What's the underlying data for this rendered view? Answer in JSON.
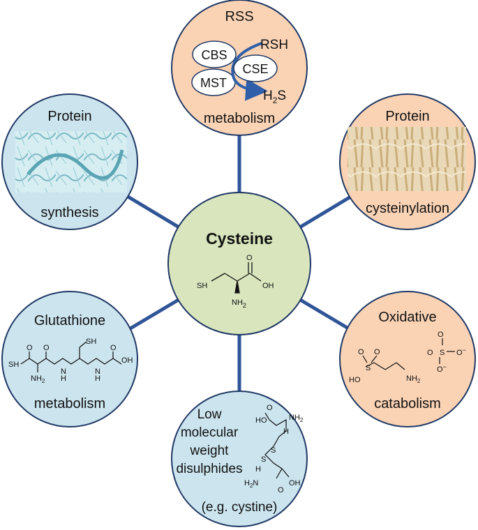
{
  "center": {
    "title": "Cysteine",
    "sh": "SH",
    "oh": "OH",
    "o": "O",
    "nh2": "NH",
    "sub2": "2"
  },
  "rss": {
    "title": "RSS",
    "subtitle": "metabolism",
    "cbs": "CBS",
    "mst": "MST",
    "cse": "CSE",
    "rsh": "RSH",
    "h2s_h": "H",
    "h2s_2": "2",
    "h2s_s": "S"
  },
  "protein_synthesis": {
    "title": "Protein",
    "subtitle": "synthesis"
  },
  "protein_cysteinylation": {
    "title": "Protein",
    "subtitle": "cysteinylation"
  },
  "glutathione": {
    "title": "Glutathione",
    "subtitle": "metabolism",
    "sh_top": "SH",
    "sh_left": "SH",
    "nh2": "NH",
    "sub2": "2",
    "nh_a": "N",
    "nh_a2": "H",
    "nh_b": "N",
    "nh_b2": "H",
    "oh": "OH",
    "o": "O"
  },
  "oxidative": {
    "title": "Oxidative",
    "subtitle": "catabolism",
    "s": "S",
    "o": "O",
    "ho": "HO",
    "nh2": "NH",
    "sub2": "2",
    "minus": "−"
  },
  "disulphides": {
    "line1": "Low",
    "line2": "molecular",
    "line3": "weight",
    "line4": "disulphides",
    "line5": "(e.g. cystine)",
    "s": "S",
    "ho": "HO",
    "oh": "OH",
    "o": "O",
    "nh2": "NH",
    "h2n": "H",
    "h2n_2": "2",
    "h2n_n": "N",
    "h": "H",
    "sub2": "2"
  },
  "colors": {
    "blue_fill": "#cbe4ee",
    "orange_fill": "#fad3b5",
    "green_fill": "#d9e5bd",
    "connector": "#2f5597",
    "stroke": "#1f3864",
    "arrow": "#2f5fa8"
  }
}
